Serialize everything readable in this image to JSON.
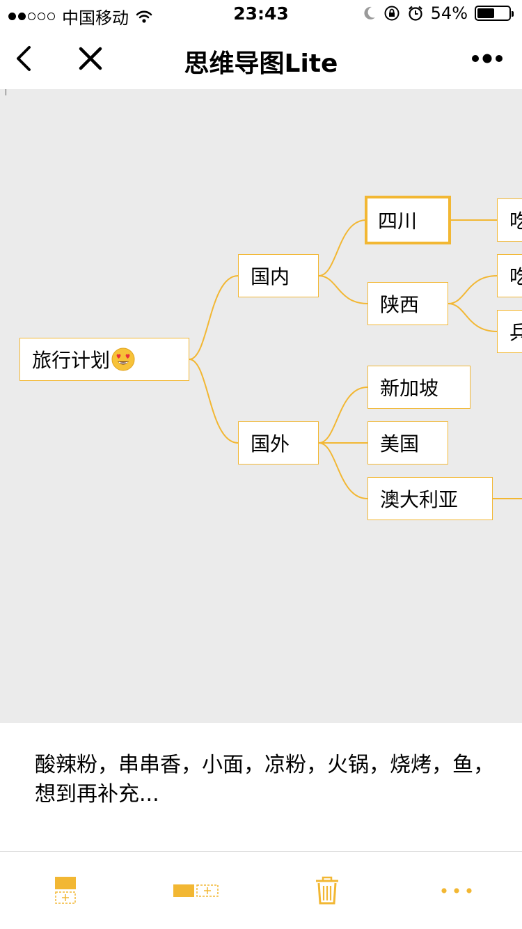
{
  "status_bar": {
    "carrier": "中国移动",
    "time": "23:43",
    "battery": "54%",
    "battery_level": 0.54
  },
  "nav": {
    "title": "思维导图Lite",
    "back_icon": "chevron-left-icon",
    "close_icon": "close-icon",
    "more_icon": "more-dots-icon"
  },
  "mindmap": {
    "root": "旅行计划",
    "root_emoji": "heart-eyes-emoji",
    "branch_domestic": "国内",
    "branch_abroad": "国外",
    "sichuan": "四川",
    "shaanxi": "陕西",
    "singapore": "新加坡",
    "usa": "美国",
    "australia": "澳大利亚",
    "sichuan_child_partial": "吃",
    "shaanxi_child1_partial": "吃",
    "shaanxi_child2_partial": "兵",
    "accent_color": "#f2b733"
  },
  "note": {
    "text": "酸辣粉，串串香，小面，凉粉，火锅，烧烤，鱼，想到再补充..."
  },
  "toolbar": {
    "add_child_icon": "add-child-node-icon",
    "add_sibling_icon": "add-sibling-node-icon",
    "delete_icon": "trash-icon",
    "more_icon": "more-dots-icon"
  }
}
